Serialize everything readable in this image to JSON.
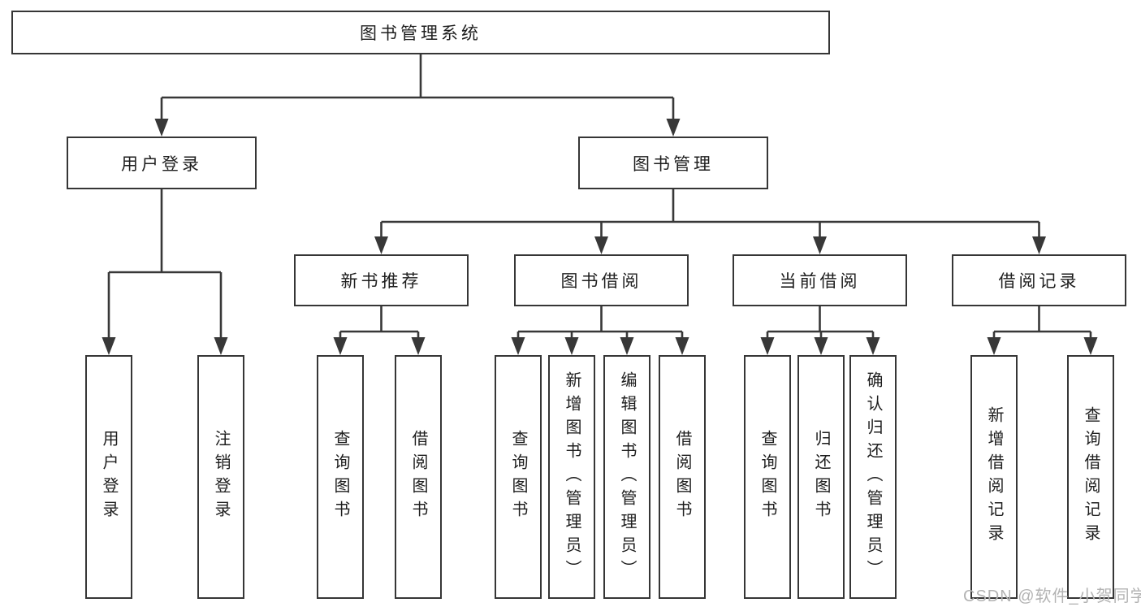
{
  "tree": {
    "root": {
      "label": "图书管理系统"
    },
    "branches": [
      {
        "label": "用户登录",
        "leaves": [
          {
            "label": "用户登录"
          },
          {
            "label": "注销登录"
          }
        ]
      },
      {
        "label": "图书管理",
        "groups": [
          {
            "label": "新书推荐",
            "leaves": [
              {
                "label": "查询图书"
              },
              {
                "label": "借阅图书"
              }
            ]
          },
          {
            "label": "图书借阅",
            "leaves": [
              {
                "label": "查询图书"
              },
              {
                "label": "新增图书（管理员）"
              },
              {
                "label": "编辑图书（管理员）"
              },
              {
                "label": "借阅图书"
              }
            ]
          },
          {
            "label": "当前借阅",
            "leaves": [
              {
                "label": "查询图书"
              },
              {
                "label": "归还图书"
              },
              {
                "label": "确认归还（管理员）"
              }
            ]
          },
          {
            "label": "借阅记录",
            "leaves": [
              {
                "label": "新增借阅记录"
              },
              {
                "label": "查询借阅记录"
              }
            ]
          }
        ]
      }
    ]
  },
  "watermark": {
    "text": "CSDN @软件_小贺同学"
  },
  "colors": {
    "line": "#383838",
    "box_border": "#363636",
    "text": "#1e1e1e",
    "watermark": "#b3b3b3",
    "background": "#ffffff"
  }
}
